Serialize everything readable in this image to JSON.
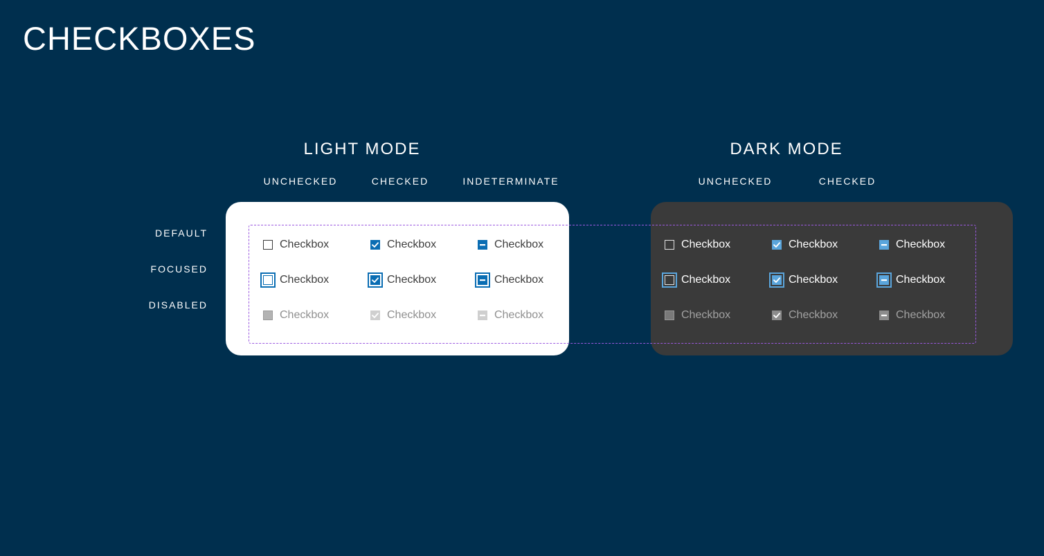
{
  "page": {
    "title": "CHECKBOXES"
  },
  "light_mode": {
    "title": "LIGHT MODE",
    "columns": [
      "UNCHECKED",
      "CHECKED",
      "INDETERMINATE"
    ]
  },
  "dark_mode": {
    "title": "DARK MODE",
    "columns": [
      "UNCHECKED",
      "CHECKED"
    ]
  },
  "rows": [
    "DEFAULT",
    "FOCUSED",
    "DISABLED"
  ],
  "checkbox_label": "Checkbox",
  "icons": {
    "checked": "checkmark-icon",
    "indeterminate": "minus-icon"
  },
  "colors": {
    "background": "#002f4e",
    "light_panel": "#ffffff",
    "dark_panel": "#3a3a3a",
    "accent_light": "#0a6db3",
    "accent_dark": "#5aa5dc",
    "focus_frame": "#9b59e0"
  }
}
